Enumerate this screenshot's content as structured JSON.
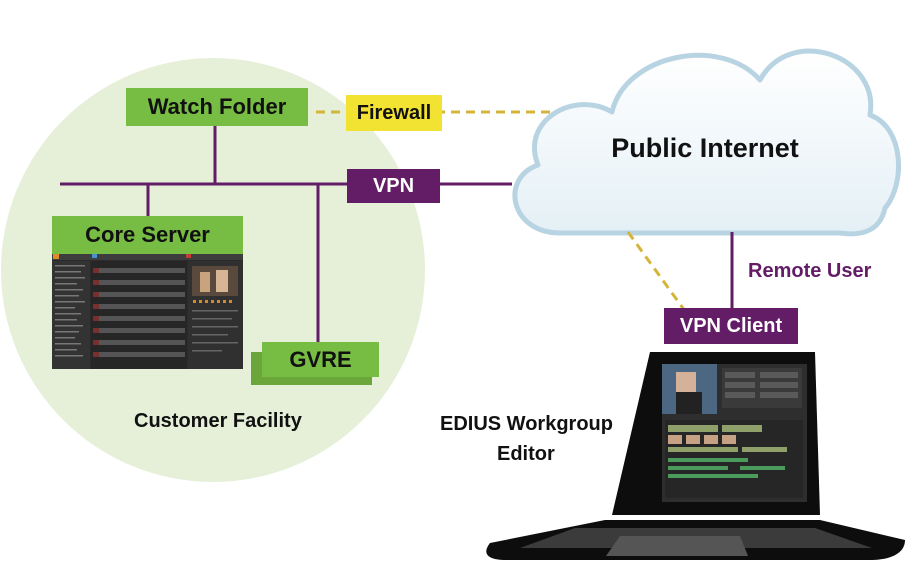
{
  "labels": {
    "watch_folder": "Watch Folder",
    "firewall": "Firewall",
    "public_internet": "Public Internet",
    "vpn": "VPN",
    "core_server": "Core Server",
    "gvre": "GVRE",
    "customer_facility": "Customer Facility",
    "remote_user": "Remote User",
    "vpn_client": "VPN Client",
    "edius_line1": "EDIUS Workgroup",
    "edius_line2": "Editor"
  },
  "colors": {
    "facility_fill": "#e6f0d9",
    "green": "#77bc43",
    "purple": "#621d66",
    "yellow": "#f2e231",
    "dashed": "#d4b53a",
    "cloud_stroke": "#b8d4e3"
  },
  "icons": {
    "cloud": "cloud-icon",
    "laptop": "laptop-icon",
    "server_screenshot": "server-ui-thumbnail"
  }
}
